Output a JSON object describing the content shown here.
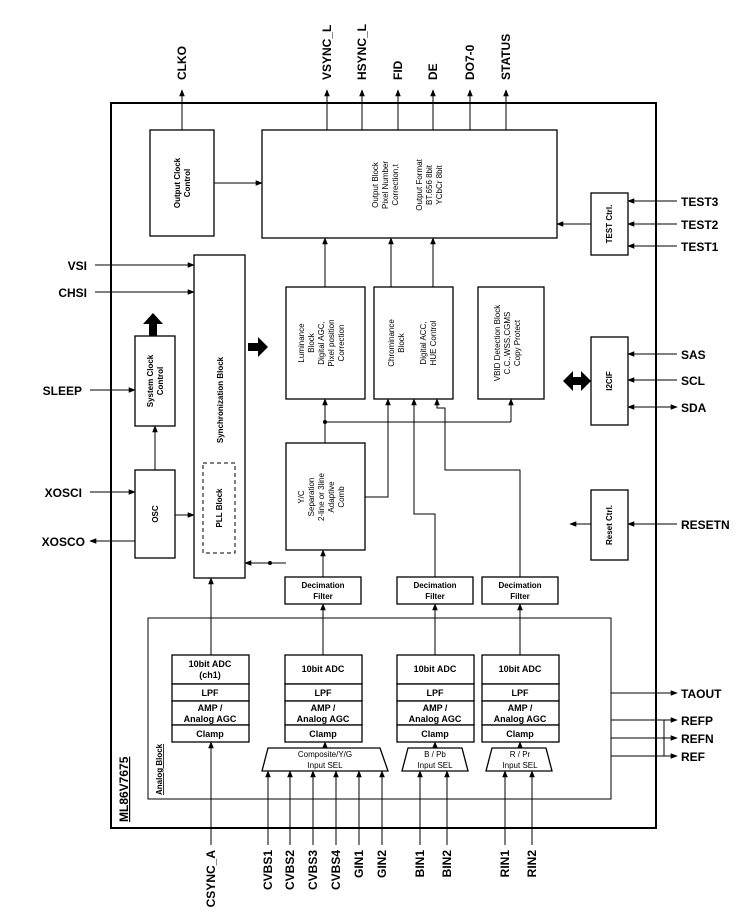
{
  "chip_name": "ML86V7675",
  "top_pins": [
    "CLKO",
    "VSYNC_L",
    "HSYNC_L",
    "FID",
    "DE",
    "DO7-0",
    "STATUS"
  ],
  "left_pins": [
    "VSI",
    "CHSI",
    "SLEEP",
    "XOSCI",
    "XOSCO"
  ],
  "right_pins": [
    "TEST3",
    "TEST2",
    "TEST1",
    "SAS",
    "SCL",
    "SDA",
    "RESETN",
    "TAOUT",
    "REFP",
    "REFN",
    "REF"
  ],
  "bottom_pins": [
    "CSYNC_A",
    "CVBS1",
    "CVBS2",
    "CVBS3",
    "CVBS4",
    "GIN1",
    "GIN2",
    "BIN1",
    "BIN2",
    "RIN1",
    "RIN2"
  ],
  "blocks": {
    "output_clock_control": [
      "Output Clock",
      "Control"
    ],
    "output_block": [
      "Output Block",
      "Pixel Number",
      "Correction,t",
      "",
      "Output Format",
      "BT.656 8bit",
      "YCbCr 8bit"
    ],
    "test_ctrl": "TEST Ctrl.",
    "sync_block": "Synchronization Block",
    "pll_block": "PLL Block",
    "system_clock_control": [
      "System Clock",
      "Control"
    ],
    "osc": "OSC",
    "luminance": [
      "Luminance",
      "Block",
      "Digital AGC,",
      "Pixel position",
      "Correction"
    ],
    "chrominance": [
      "Chrominance",
      "Block",
      "",
      "Digital ACC,",
      "HUE  Control"
    ],
    "vbid": [
      "VBID Detection Block",
      "C.C.,WSS,CGMS",
      "Copy Protect"
    ],
    "i2cif": "I2CIF",
    "reset_ctrl": "Reset Ctrl.",
    "yc_separation": [
      "Y/C",
      "Separation",
      "2-line or 3line",
      "Adaptive",
      "Comb"
    ],
    "decimation_filter": [
      "Decimation",
      "Filter"
    ],
    "analog_block": "Analog Block",
    "adc_ch1": [
      "10bit ADC",
      "(ch1)"
    ],
    "adc": "10bit ADC",
    "lpf": "LPF",
    "amp": [
      "AMP /",
      "Analog AGC"
    ],
    "clamp": "Clamp",
    "mux_composite": [
      "Composite/Y/G",
      "Input SEL"
    ],
    "mux_b": [
      "B / Pb",
      "Input SEL"
    ],
    "mux_r": [
      "R / Pr",
      "Input SEL"
    ]
  }
}
